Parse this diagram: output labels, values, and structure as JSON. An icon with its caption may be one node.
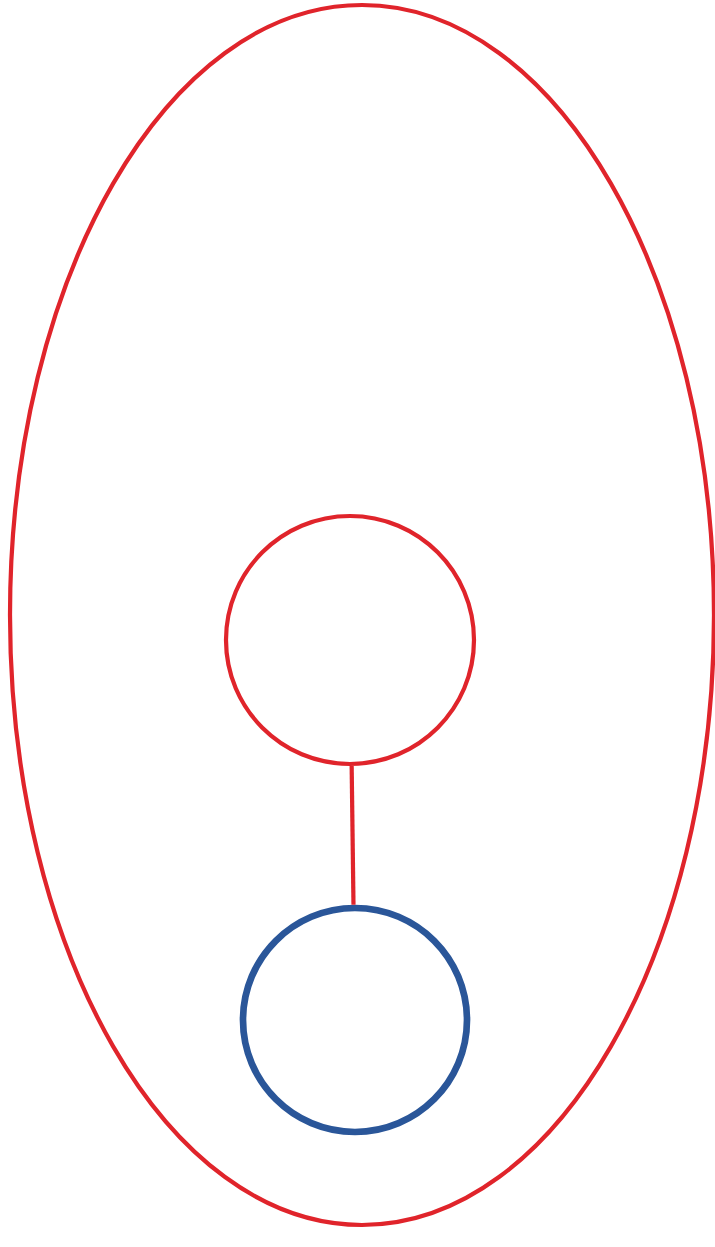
{
  "diagram": {
    "nodes": [
      {
        "text": [],
        "shape": "ellipse"
      },
      {
        "text": [],
        "shape": "circle",
        "in": 0
      },
      {
        "text": [],
        "shape": "circle",
        "in": 0
      }
    ],
    "edges": [
      {
        "from": 1,
        "to": 2,
        "arrow": "none"
      }
    ]
  }
}
